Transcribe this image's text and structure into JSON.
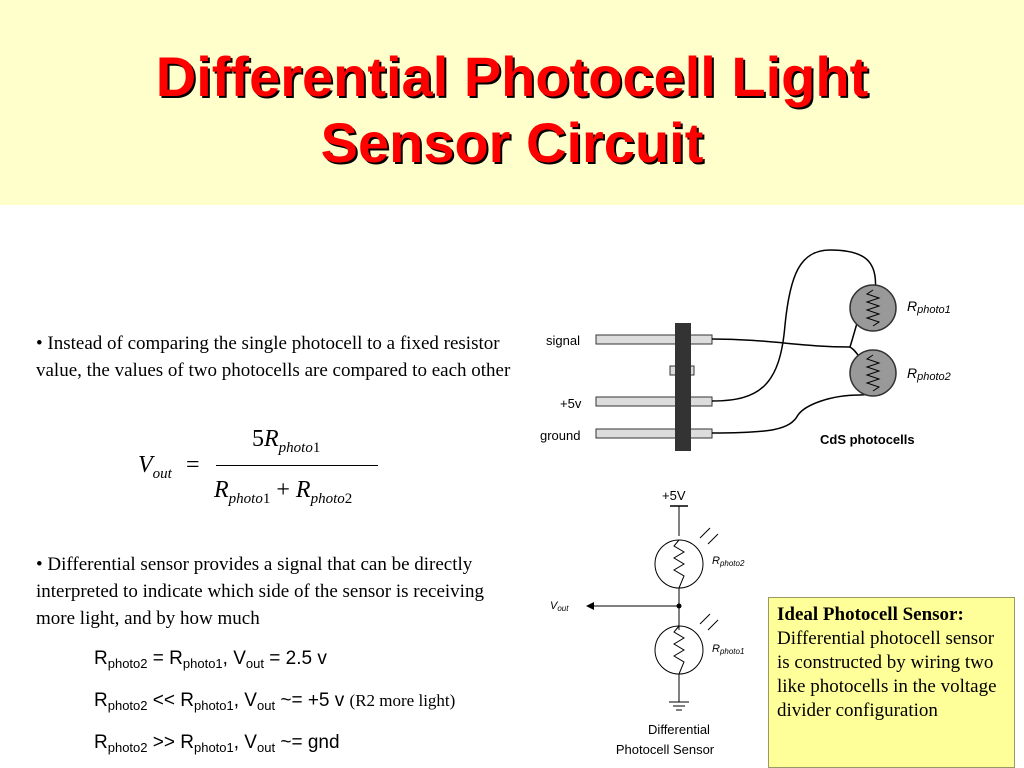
{
  "title": [
    "Differential Photocell Light",
    "Sensor Circuit"
  ],
  "bullets": {
    "first": "• Instead of comparing the single photocell to a fixed resistor value, the values of two photocells are compared to each other",
    "second": "• Differential sensor provides a signal that can be directly interpreted to indicate which side of the sensor is receiving more light, and by how much"
  },
  "formula": {
    "lhs": "V",
    "lhs_sub": "out",
    "equals": "=",
    "numerator_coef": "5",
    "R": "R",
    "photo_sub": "photo",
    "num1": "1",
    "num2": "2",
    "plus": "+"
  },
  "relations": [
    {
      "a": "R",
      "a_sub": "photo2",
      "op": "= R",
      "b_sub": "photo1",
      "sep": ",  V",
      "v_sub": "out",
      "result": "= 2.5 v",
      "note": ""
    },
    {
      "a": "R",
      "a_sub": "photo2",
      "op": "<< R",
      "b_sub": "photo1",
      "sep": ", V",
      "v_sub": "out",
      "result": "~= +5 v",
      "note": "(R2 more light)"
    },
    {
      "a": "R",
      "a_sub": "photo2",
      "op": ">> R",
      "b_sub": "photo1",
      "sep": ",  V",
      "v_sub": "out",
      "result": "~= gnd",
      "note": ""
    }
  ],
  "top_diagram": {
    "pins": [
      "signal",
      "+5v",
      "ground"
    ],
    "r1_label": "R",
    "r1_sub": "photo1",
    "r2_label": "R",
    "r2_sub": "photo2",
    "caption": "CdS photocells"
  },
  "bottom_diagram": {
    "supply": "+5V",
    "r2_label": "R",
    "r2_sub": "photo2",
    "r1_label": "R",
    "r1_sub": "photo1",
    "vout": "V",
    "vout_sub": "out",
    "caption": [
      "Differential",
      "Photocell Sensor"
    ]
  },
  "callout": {
    "heading": "Ideal Photocell Sensor:",
    "body": "Differential photocell sensor is constructed by wiring two like photocells in the voltage divider configuration"
  },
  "colors": {
    "title_band": "#ffffcc",
    "title_text": "#ff0000",
    "callout_bg": "#ffff99"
  }
}
